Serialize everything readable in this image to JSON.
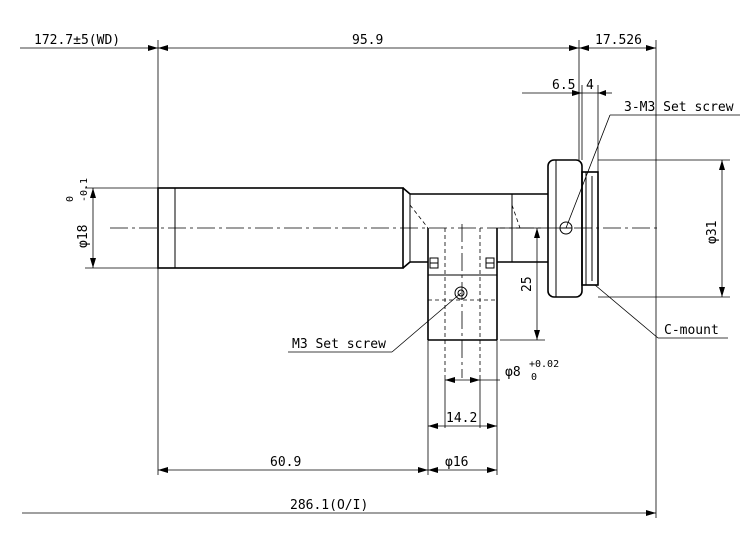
{
  "dimensions": {
    "wd": "172.7±5(WD)",
    "total_length": "286.1(O/I)",
    "body_length": "95.9",
    "mount_length": "17.526",
    "mount_w1": "6.5",
    "mount_w2": "4",
    "diameter_tube": "φ18",
    "tol_tube_upper": "0",
    "tol_tube_lower": "-0.1",
    "diameter_mount": "φ31",
    "height_port": "25",
    "diameter_fiber": "φ8",
    "tol_fiber_upper": "+0.02",
    "tol_fiber_lower": "0",
    "fiber_width": "14.2",
    "port_diameter": "φ16",
    "port_offset": "60.9"
  },
  "labels": {
    "setscrew_top": "3-M3 Set screw",
    "setscrew_bottom": "M3 Set screw",
    "cmount": "C-mount"
  }
}
